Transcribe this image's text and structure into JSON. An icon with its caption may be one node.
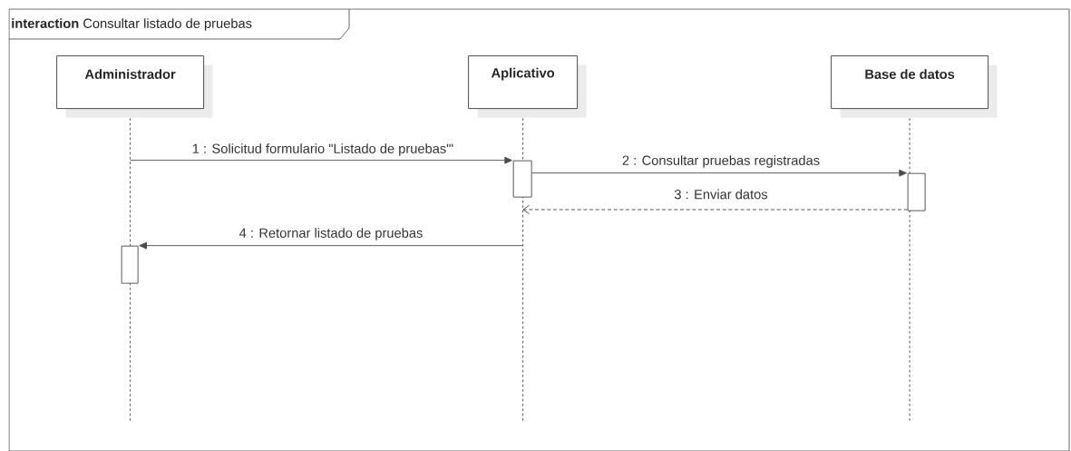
{
  "diagram": {
    "nodes": [
      {
        "text": [
          "**interaction** Consultar listado de pruebas"
        ]
      },
      {
        "text": [
          "Administrador"
        ],
        "in": 0
      },
      {
        "text": [
          "Aplicativo"
        ],
        "in": 0
      },
      {
        "text": [
          "Base de datos"
        ],
        "in": 0
      },
      {
        "text": [],
        "shape": "bar",
        "in": 2
      },
      {
        "text": [],
        "shape": "bar",
        "in": 3
      },
      {
        "text": [],
        "shape": "bar",
        "in": 1
      }
    ],
    "edges": [
      {
        "from": 1,
        "to": 4,
        "arrow": "to",
        "label": "1 : Solicitud formulario \"Listado de pruebas\"'"
      },
      {
        "from": 4,
        "to": 5,
        "arrow": "to",
        "label": "2 : Consultar pruebas registradas"
      },
      {
        "from": 5,
        "to": 4,
        "arrow": "to",
        "label": "3 : Enviar datos",
        "style": "dashed"
      },
      {
        "from": 4,
        "to": 6,
        "arrow": "to",
        "label": "4 : Retornar listado de pruebas"
      }
    ]
  }
}
